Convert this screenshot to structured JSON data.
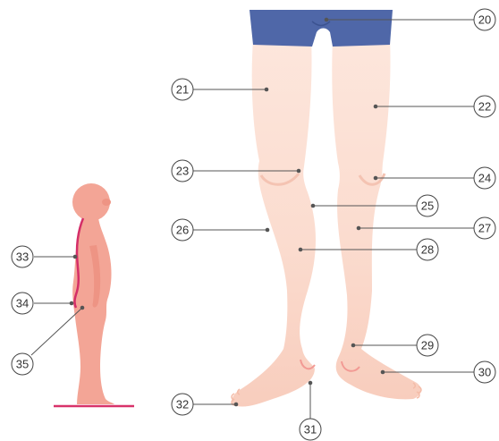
{
  "colors": {
    "shorts": "#4f67a8",
    "shorts_dark": "#3c5391",
    "skin_light": "#fbe1d6",
    "skin_mid": "#f9d3c5",
    "skin_shade": "#f4c0ad",
    "heel_line": "#f29a94",
    "child_skin": "#f3a596",
    "child_skin_dark": "#ee9484",
    "spine_line": "#d42e68",
    "ground_line": "#d8336a",
    "leader_line": "#555555",
    "dot": "#555555",
    "callout_stroke": "#444444",
    "callout_text": "#333333"
  },
  "callouts": [
    {
      "id": "c20",
      "label": "20"
    },
    {
      "id": "c21",
      "label": "21"
    },
    {
      "id": "c22",
      "label": "22"
    },
    {
      "id": "c23",
      "label": "23"
    },
    {
      "id": "c24",
      "label": "24"
    },
    {
      "id": "c25",
      "label": "25"
    },
    {
      "id": "c26",
      "label": "26"
    },
    {
      "id": "c27",
      "label": "27"
    },
    {
      "id": "c28",
      "label": "28"
    },
    {
      "id": "c29",
      "label": "29"
    },
    {
      "id": "c30",
      "label": "30"
    },
    {
      "id": "c31",
      "label": "31"
    },
    {
      "id": "c32",
      "label": "32"
    },
    {
      "id": "c33",
      "label": "33"
    },
    {
      "id": "c34",
      "label": "34"
    },
    {
      "id": "c35",
      "label": "35"
    }
  ]
}
